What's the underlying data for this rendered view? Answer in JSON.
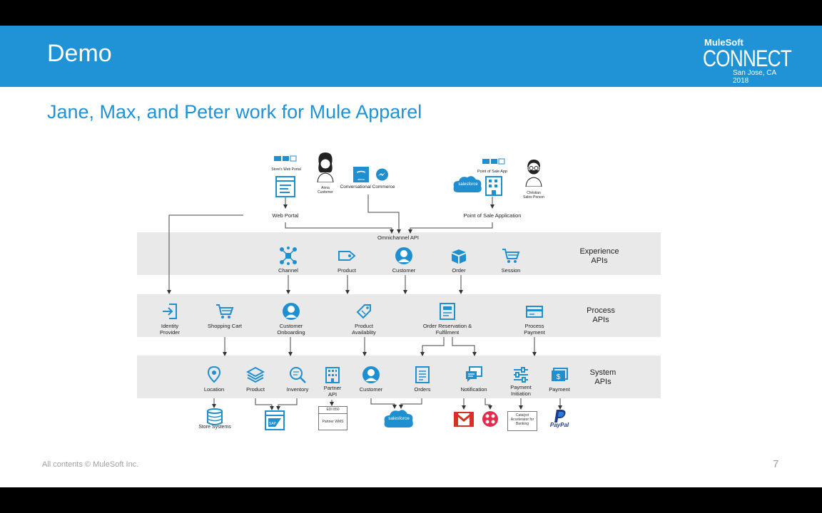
{
  "slide": {
    "title": "Demo",
    "subtitle": "Jane, Max, and Peter work for Mule Apparel",
    "footer": "All contents © MuleSoft Inc.",
    "page_number": "7"
  },
  "logo": {
    "brand": "MuleSoft",
    "name": "CONNECT",
    "location": "San Jose, CA 2018"
  },
  "colors": {
    "banner": "#1f93d6",
    "accent": "#1f93d6",
    "band": "#e9e9e9",
    "icon": "#1f8fd0"
  },
  "top": {
    "store_web_portal": "Store's Web Portal",
    "anna": [
      "Anna",
      "Customer"
    ],
    "conversational_commerce": "Conversational Commerce",
    "alexa": "alexa",
    "point_of_sale_app": "Point of Sale App",
    "salesforce": "salesforce",
    "christian": [
      "Christian",
      "Sales Person"
    ],
    "web_portal": "Web Portal",
    "point_of_sale_application": "Point of Sale Application",
    "omnichannel_api": "Omnichannel API"
  },
  "experience": {
    "label": [
      "Experience",
      "APIs"
    ],
    "nodes": [
      {
        "label": [
          "Channel"
        ],
        "icon": "network-icon"
      },
      {
        "label": [
          "Product"
        ],
        "icon": "tag-icon"
      },
      {
        "label": [
          "Customer"
        ],
        "icon": "user-icon"
      },
      {
        "label": [
          "Order"
        ],
        "icon": "box-icon"
      },
      {
        "label": [
          "Session"
        ],
        "icon": "cart-icon"
      }
    ]
  },
  "process": {
    "label": [
      "Process",
      "APIs"
    ],
    "nodes": [
      {
        "label": [
          "Identity",
          "Provider"
        ],
        "icon": "login-icon"
      },
      {
        "label": [
          "Shopping Cart"
        ],
        "icon": "cart-icon"
      },
      {
        "label": [
          "Customer",
          "Onboarding"
        ],
        "icon": "user-icon"
      },
      {
        "label": [
          "Product",
          "Availablity"
        ],
        "icon": "tag-icon"
      },
      {
        "label": [
          "Order Reservation &",
          "Fulfilment"
        ],
        "icon": "document-icon"
      },
      {
        "label": [
          "Process",
          "Payment"
        ],
        "icon": "credit-card-icon"
      }
    ]
  },
  "system": {
    "label": [
      "System",
      "APIs"
    ],
    "nodes": [
      {
        "label": [
          "Location"
        ],
        "icon": "location-pin-icon"
      },
      {
        "label": [
          "Product"
        ],
        "icon": "layers-icon"
      },
      {
        "label": [
          "Inventory"
        ],
        "icon": "search-icon"
      },
      {
        "label": [
          "Partner",
          "API"
        ],
        "icon": "building-icon"
      },
      {
        "label": [
          "Customer"
        ],
        "icon": "user-icon"
      },
      {
        "label": [
          "Orders"
        ],
        "icon": "list-icon"
      },
      {
        "label": [
          "Notification"
        ],
        "icon": "chat-icon"
      },
      {
        "label": [
          "Payment",
          "Initiation"
        ],
        "icon": "sliders-icon"
      },
      {
        "label": [
          "Payment"
        ],
        "icon": "cash-icon"
      }
    ]
  },
  "backends": {
    "store_systems": "Store Systems",
    "sap": "SAP",
    "edi": "EDI 850",
    "partner_wms": "Partner WMS",
    "salesforce": "salesforce",
    "catalyst": [
      "Catalyst",
      "Accelerator for",
      "Banking"
    ],
    "paypal": "PayPal"
  }
}
